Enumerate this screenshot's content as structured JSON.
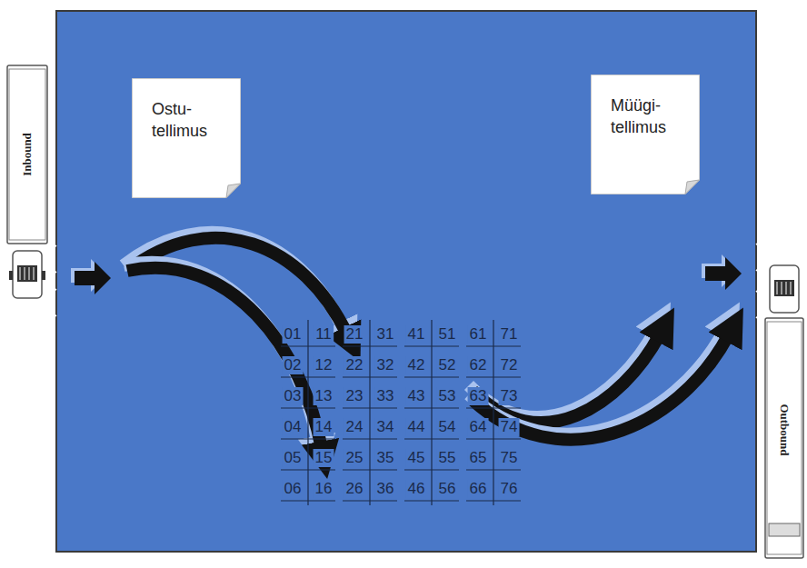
{
  "diagram": {
    "nodes": [
      {
        "text": [
          "Ostu- tellimus"
        ]
      },
      {
        "text": [
          "Müügi- tellimus"
        ]
      },
      {
        "text": [
          "Inbound"
        ]
      },
      {
        "text": [
          "Outbound"
        ]
      }
    ],
    "labels": [
      "01",
      "11",
      "21",
      "31",
      "41",
      "51",
      "61",
      "71",
      "02",
      "12",
      "22",
      "32",
      "42",
      "52",
      "62",
      "72",
      "03",
      "13",
      "23",
      "33",
      "43",
      "53",
      "63",
      "73",
      "04",
      "14",
      "24",
      "34",
      "44",
      "54",
      "64",
      "74",
      "05",
      "15",
      "25",
      "35",
      "45",
      "55",
      "65",
      "75",
      "06",
      "16",
      "26",
      "36",
      "46",
      "56",
      "66",
      "76"
    ]
  }
}
